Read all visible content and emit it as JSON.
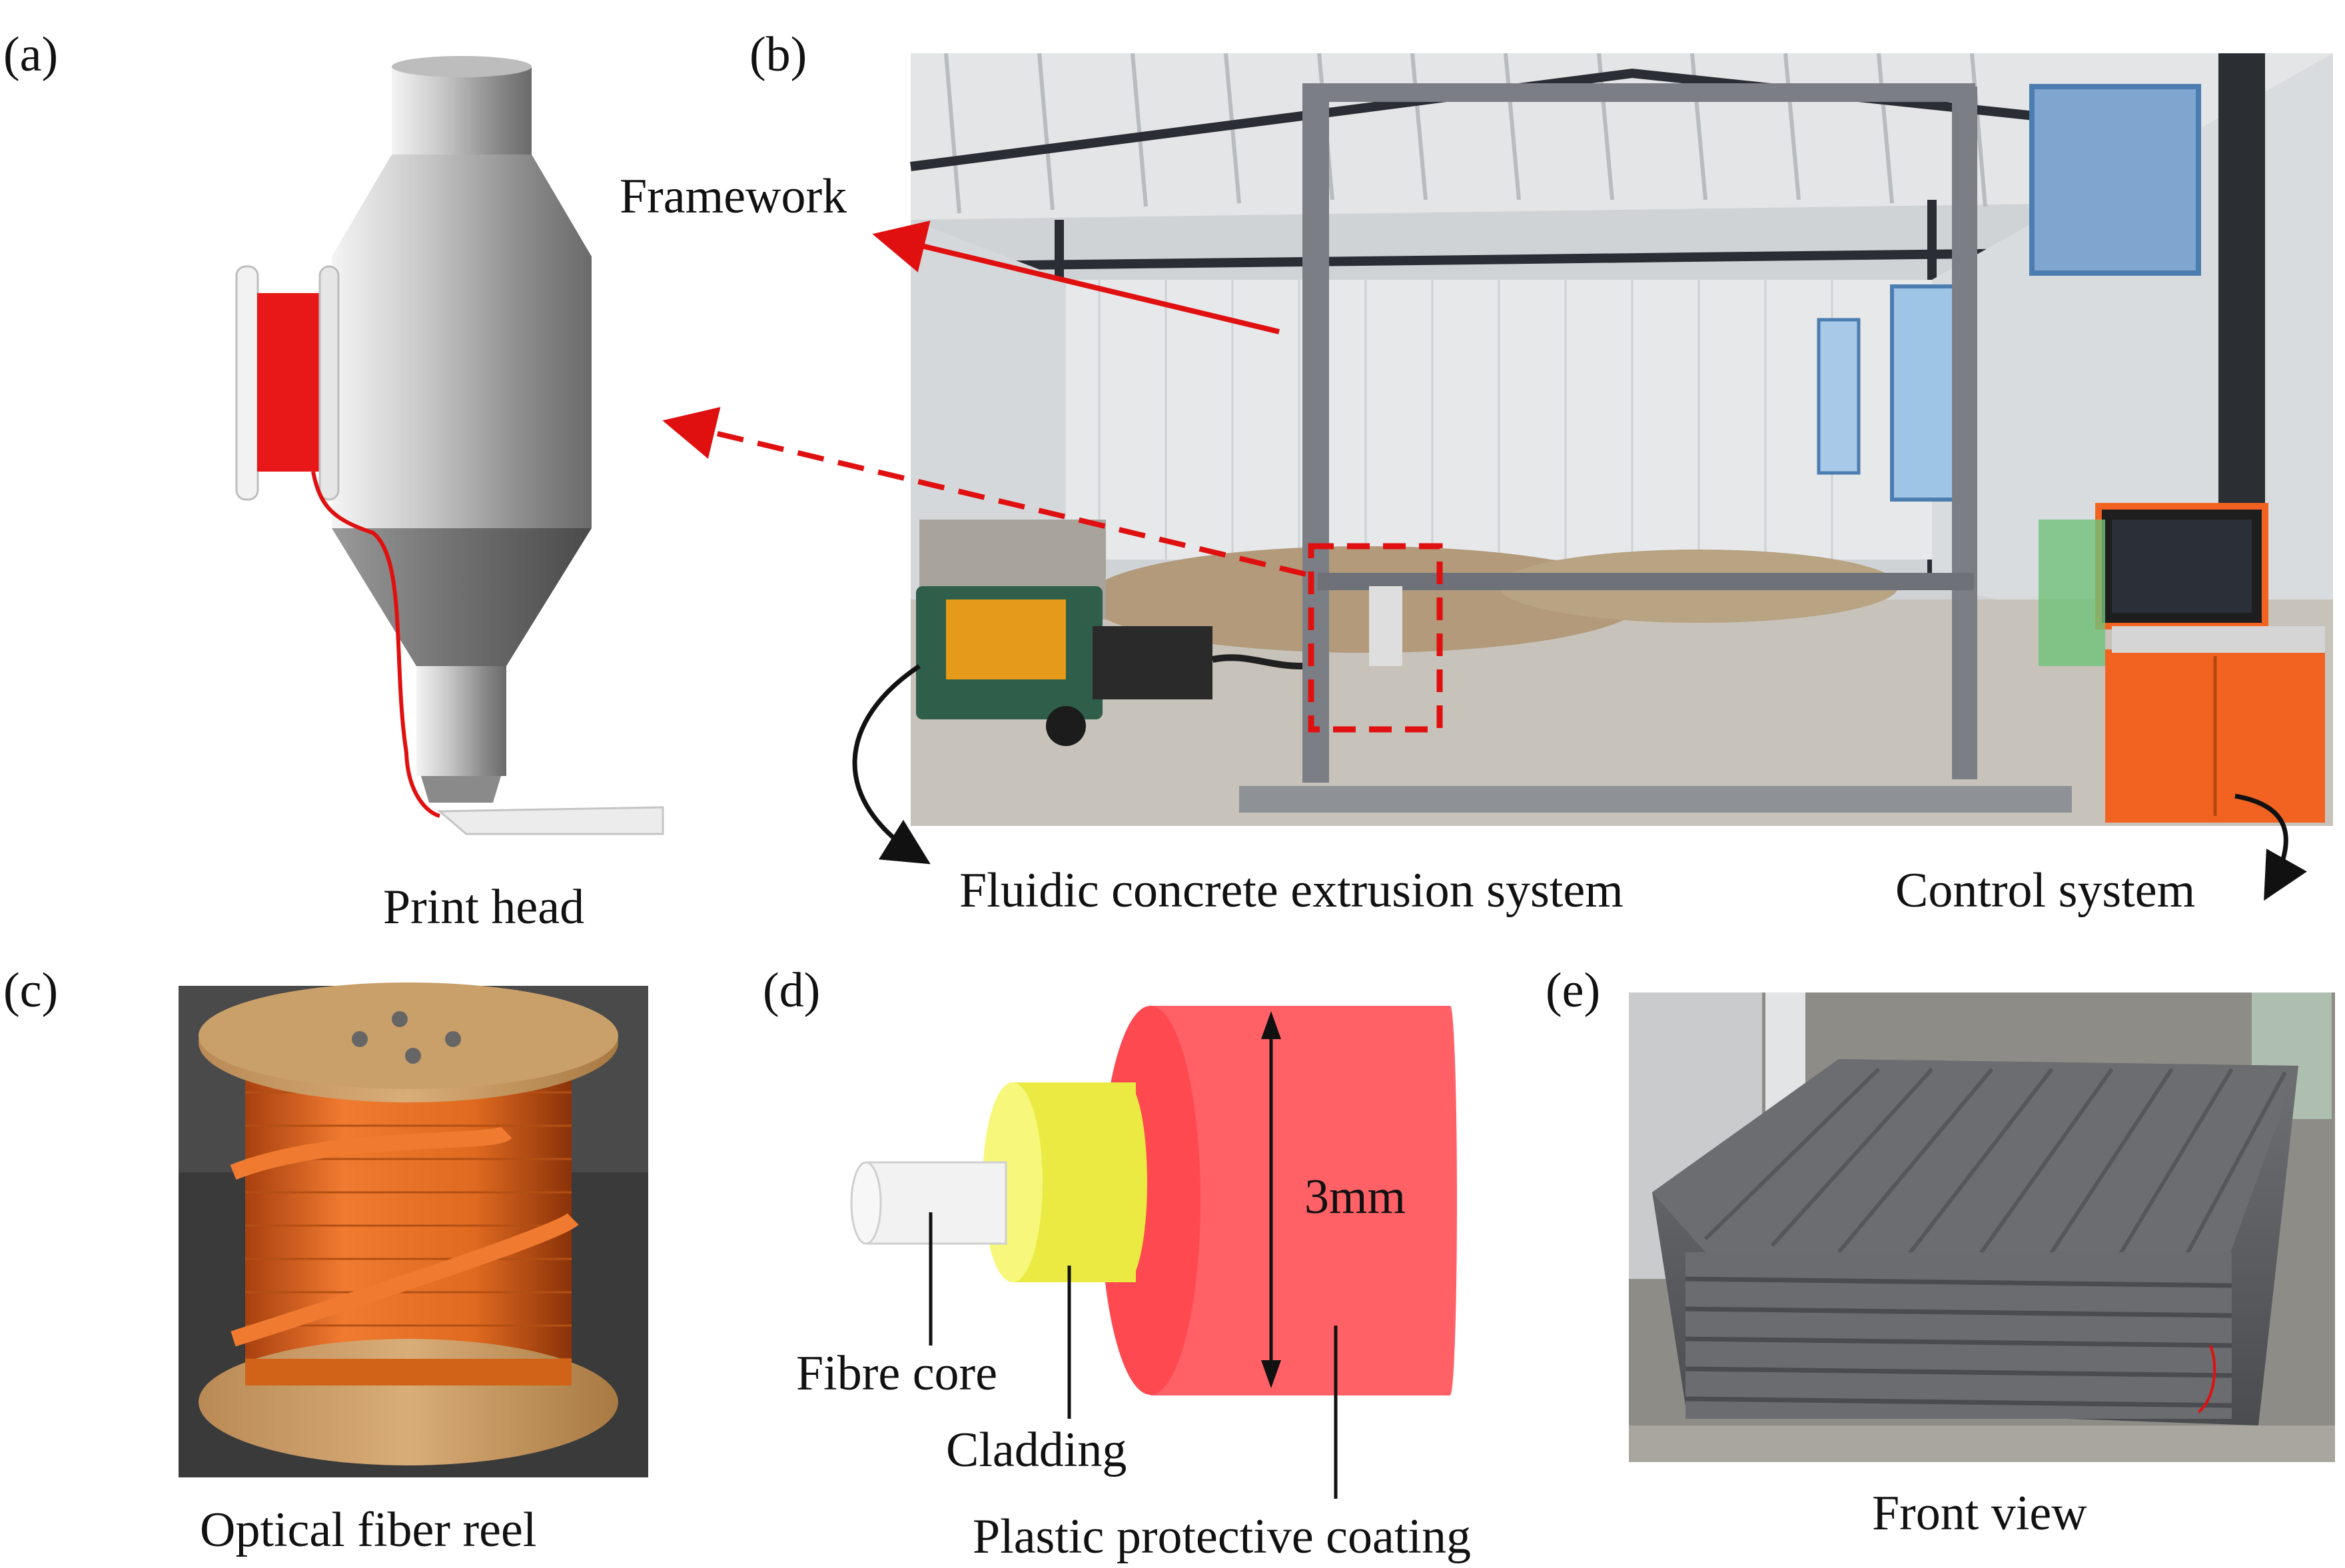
{
  "panels": {
    "a": {
      "tag": "(a)",
      "caption": "Print head"
    },
    "b": {
      "tag": "(b)",
      "framework": "Framework",
      "extrusion": "Fluidic concrete extrusion system",
      "control": "Control system"
    },
    "c": {
      "tag": "(c)",
      "caption": "Optical fiber reel"
    },
    "d": {
      "tag": "(d)",
      "dimension": "3mm",
      "core": "Fibre core",
      "cladding": "Cladding",
      "coating": "Plastic protective coating"
    },
    "e": {
      "tag": "(e)",
      "caption": "Front view"
    }
  },
  "colors": {
    "annotation_red": "#e01010",
    "reel_orange": "#e8641e",
    "coating_red": "#ff5a60",
    "cladding_yellow": "#f2f25a",
    "concrete_gray": "#5c5f63"
  }
}
